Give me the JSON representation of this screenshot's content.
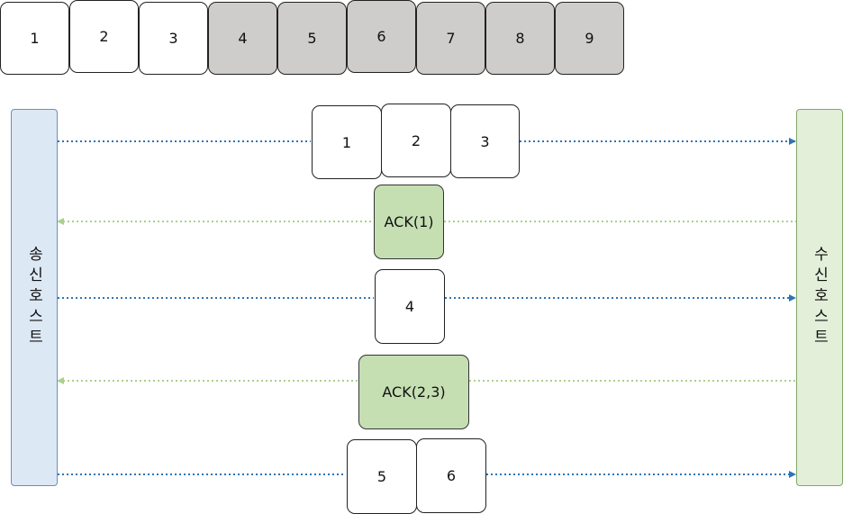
{
  "window": [
    "1",
    "2",
    "3",
    "4",
    "5",
    "6",
    "7",
    "8",
    "9"
  ],
  "window_sent_count": 3,
  "sender_label": "송신호스트",
  "receiver_label": "수신호스트",
  "rows": {
    "send1": [
      "1",
      "2",
      "3"
    ],
    "ack1": "ACK(1)",
    "send2": [
      "4"
    ],
    "ack2": "ACK(2,3)",
    "send3": [
      "5",
      "6"
    ]
  },
  "colors": {
    "send_arrow": "#2e74b5",
    "ack_arrow": "#a9d18e",
    "ack_fill": "#c5dfb3",
    "unsent_fill": "#cfcccc"
  }
}
